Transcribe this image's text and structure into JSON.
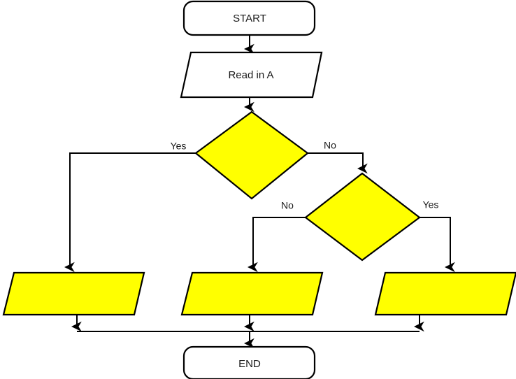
{
  "diagram": {
    "title": "Flowchart",
    "background_color": "#ffffff",
    "line_color": "#000000",
    "text_color": "#1a1a1a",
    "fill_highlight": "#FFFF00",
    "fill_plain": "#FFFFFF",
    "nodes": [
      {
        "id": "start",
        "shape": "terminator",
        "label": "START",
        "fill": "#FFFFFF"
      },
      {
        "id": "read_a",
        "shape": "parallelogram",
        "label": "Read in A",
        "fill": "#FFFFFF"
      },
      {
        "id": "decision_1",
        "shape": "diamond",
        "label": "",
        "fill": "#FFFF00"
      },
      {
        "id": "decision_2",
        "shape": "diamond",
        "label": "",
        "fill": "#FFFF00"
      },
      {
        "id": "output_left",
        "shape": "parallelogram",
        "label": "",
        "fill": "#FFFF00"
      },
      {
        "id": "output_middle",
        "shape": "parallelogram",
        "label": "",
        "fill": "#FFFF00"
      },
      {
        "id": "output_right",
        "shape": "parallelogram",
        "label": "",
        "fill": "#FFFF00"
      },
      {
        "id": "end",
        "shape": "terminator",
        "label": "END",
        "fill": "#FFFFFF"
      }
    ],
    "edge_labels": {
      "decision_1_yes": "Yes",
      "decision_1_no": "No",
      "decision_2_no": "No",
      "decision_2_yes": "Yes"
    }
  }
}
